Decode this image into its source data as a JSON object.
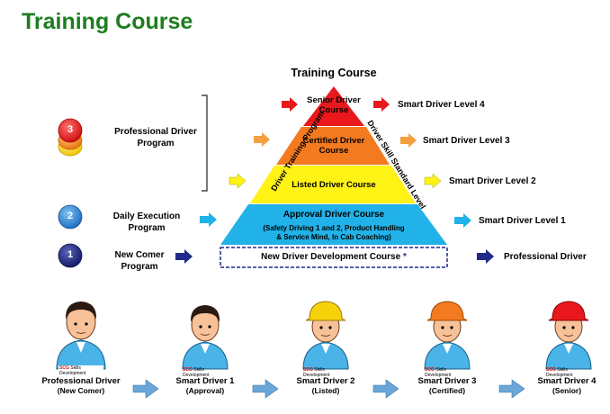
{
  "title": "Training Course",
  "pyramid": {
    "title": "Training Course",
    "left_label": "Driver Training Program",
    "right_label": "Driver Skill Standard Level",
    "tiers": [
      {
        "line1": "Senior Driver",
        "line2": "Course",
        "color": "#e8181c"
      },
      {
        "line1": "Certified Driver",
        "line2": "Course",
        "color": "#f47a20"
      },
      {
        "line1": "Listed Driver Course",
        "line2": "",
        "color": "#fff215"
      },
      {
        "line1": "Approval Driver Course",
        "line2": "(Safety Driving 1 and 2, Product Handling",
        "line3": "& Service Mind, In Cab Coaching)",
        "color": "#20b2e8"
      }
    ],
    "base": {
      "text": "New Driver Development Course",
      "mark": "*",
      "border_color": "#1f2a8a"
    }
  },
  "programs": [
    {
      "number": "3",
      "line1": "Professional Driver",
      "line2": "Program"
    },
    {
      "number": "2",
      "line1": "Daily Execution",
      "line2": "Program"
    },
    {
      "number": "1",
      "line1": "New Comer",
      "line2": "Program"
    }
  ],
  "levels": [
    "Smart Driver Level 4",
    "Smart Driver Level  3",
    "Smart Driver Level  2",
    "Smart Driver Level  1",
    "Professional  Driver"
  ],
  "drivers": [
    {
      "name": "Professional Driver",
      "sub": "(New Comer)",
      "helmet": ""
    },
    {
      "name": "Smart Driver 1",
      "sub": "(Approval)",
      "helmet": ""
    },
    {
      "name": "Smart Driver 2",
      "sub": "(Listed)",
      "helmet": "#f7d10a"
    },
    {
      "name": "Smart Driver 3",
      "sub": "(Certified)",
      "helmet": "#f47a20"
    },
    {
      "name": "Smart Driver 4",
      "sub": "(Senior)",
      "helmet": "#e8181c"
    }
  ],
  "badge": {
    "brand": "SCG",
    "text": "Skills Development"
  },
  "colors": {
    "title_green": "#1e7d1e",
    "navy": "#1f2a8a",
    "step_blue": "#3a8fd6",
    "shirt_blue": "#4ab3e8",
    "flow_arrow": "#6aa6d8"
  }
}
